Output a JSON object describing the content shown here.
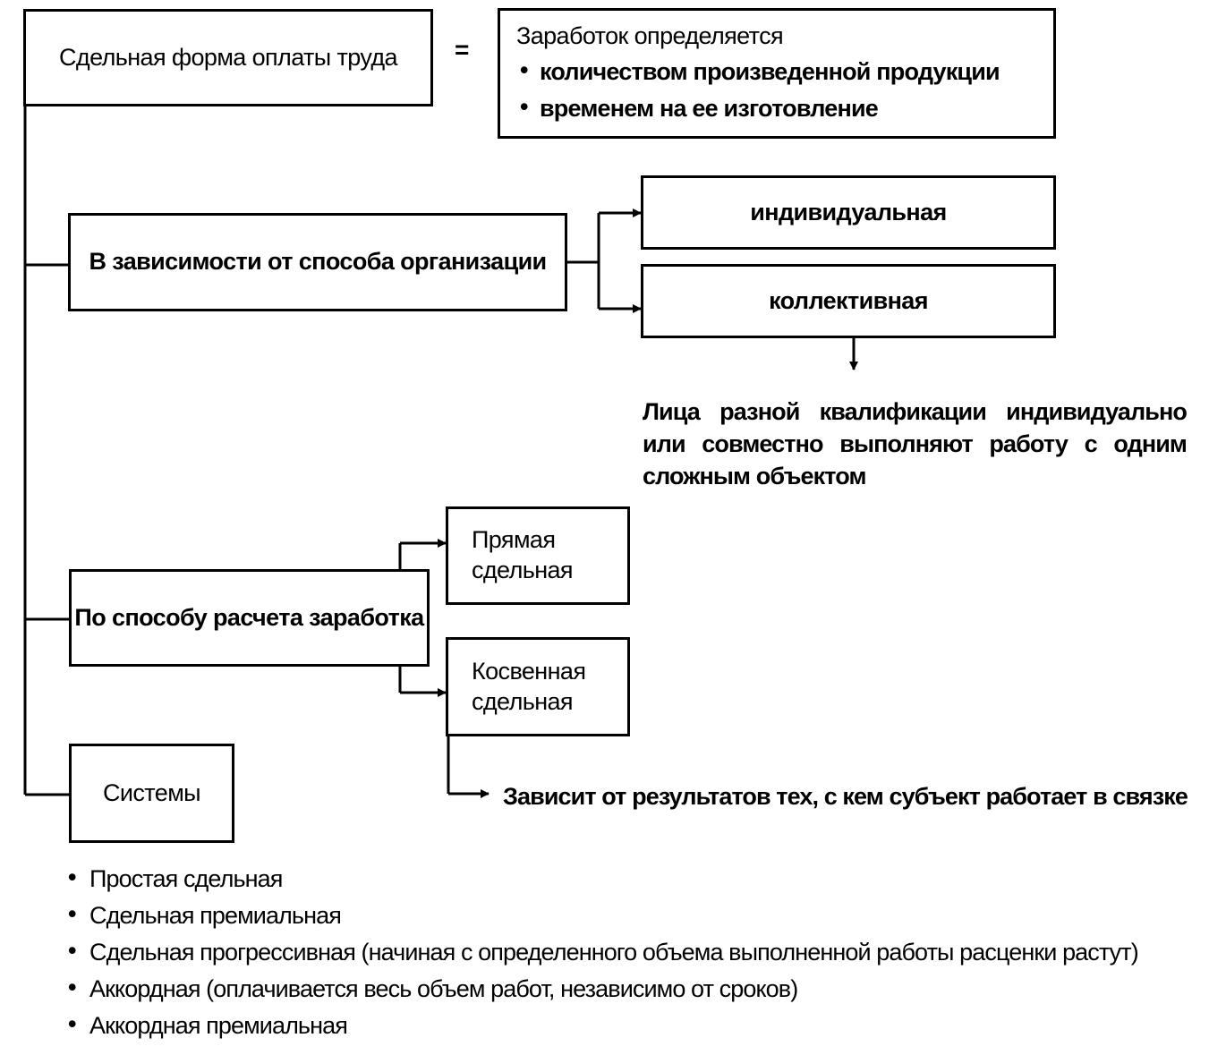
{
  "main": {
    "title": "Сдельная форма оплаты труда",
    "equals": "=",
    "definition": {
      "title": "Заработок определяется",
      "items": [
        "количеством произведенной продукции",
        "временем на ее изготовление"
      ]
    }
  },
  "organization": {
    "label": "В зависимости от способа организации",
    "options": [
      "индивидуальная",
      "коллективная"
    ],
    "collective_note": "Лица разной квалификации индивидуально или совместно выполняют работу с одним сложным объектом"
  },
  "calculation": {
    "label": "По способу расчета заработка",
    "options": [
      "Прямая сдельная",
      "Косвенная сдельная"
    ],
    "indirect_note": "Зависит от результатов тех, с кем субъект работает в связке"
  },
  "systems": {
    "label": "Системы",
    "items": [
      "Простая сдельная",
      "Сдельная премиальная",
      "Сдельная прогрессивная (начиная с определенного объема выполненной работы расценки растут)",
      "Аккордная (оплачивается весь объем работ, независимо от сроков)",
      "Аккордная премиальная"
    ]
  }
}
